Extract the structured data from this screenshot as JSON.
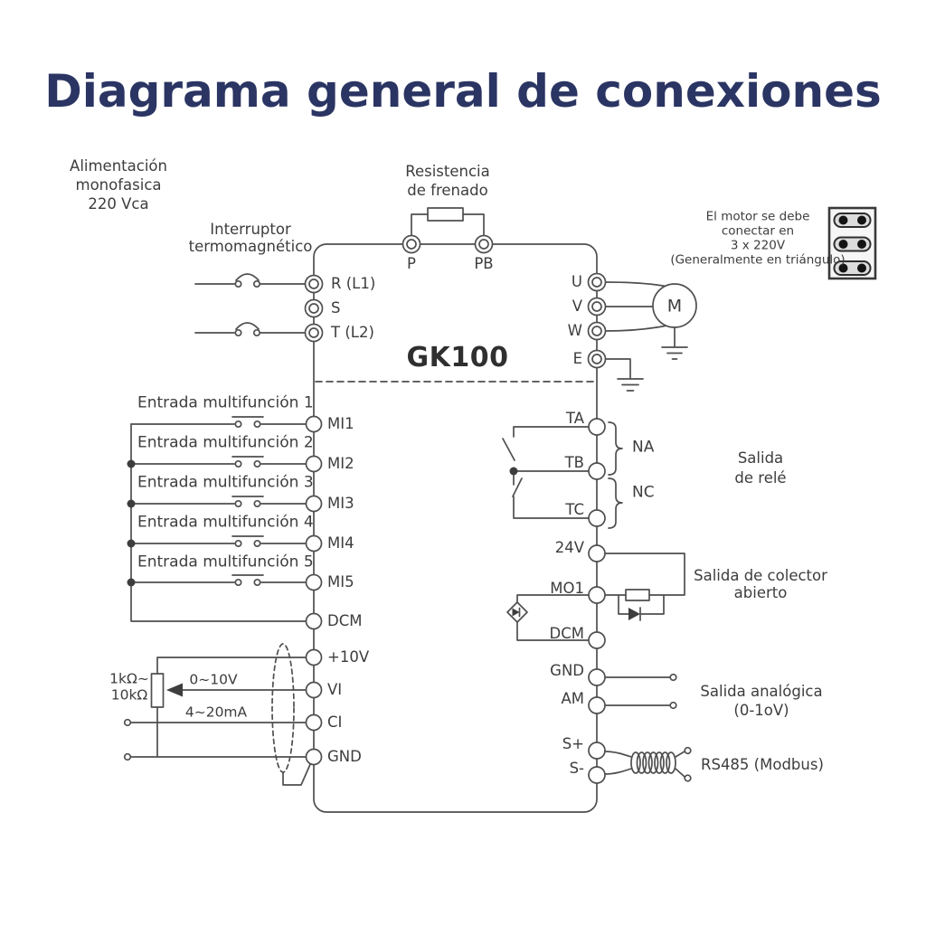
{
  "title": "Diagrama general de conexiones",
  "device_model": "GK100",
  "motor_symbol": "M",
  "colors": {
    "title": "#2b3563",
    "line": "#4f4f4f",
    "text": "#3d3d3d"
  },
  "notes": {
    "power": [
      "Alimentación",
      "monofasica",
      "220 Vca"
    ],
    "breaker": [
      "Interruptor",
      "termomagnético"
    ],
    "brake_resistor": [
      "Resistencia",
      "de frenado"
    ],
    "motor": [
      "El motor se debe",
      "conectar en",
      "3 x 220V",
      "(Generalmente en triángulo)"
    ],
    "relay": [
      "Salida",
      "de relé"
    ],
    "open_collector": [
      "Salida de colector",
      "abierto"
    ],
    "analog": [
      "Salida analógica",
      "(0-1oV)"
    ],
    "rs485": "RS485 (Modbus)",
    "pot": [
      "1kΩ~",
      "10kΩ"
    ],
    "vi_range": "0~10V",
    "ci_range": "4~20mA"
  },
  "relay_contacts": {
    "na": "NA",
    "nc": "NC"
  },
  "digital_inputs": [
    "Entrada multifunción 1",
    "Entrada multifunción 2",
    "Entrada multifunción 3",
    "Entrada multifunción 4",
    "Entrada multifunción 5"
  ],
  "terminals": {
    "dc_bus": [
      "P",
      "PB"
    ],
    "power_in": [
      "R (L1)",
      "S",
      "T (L2)"
    ],
    "motor_out": [
      "U",
      "V",
      "W",
      "E"
    ],
    "control_left": [
      "MI1",
      "MI2",
      "MI3",
      "MI4",
      "MI5",
      "DCM",
      "+10V",
      "VI",
      "CI",
      "GND"
    ],
    "control_right": [
      "TA",
      "TB",
      "TC",
      "24V",
      "MO1",
      "DCM",
      "GND",
      "AM",
      "S+",
      "S-"
    ]
  }
}
